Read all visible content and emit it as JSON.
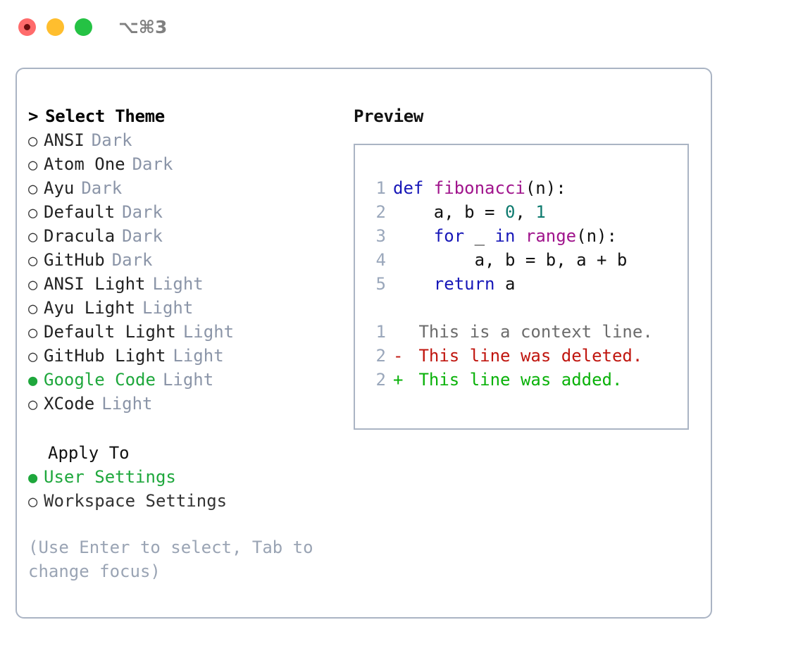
{
  "window": {
    "shortcut": "⌥⌘3",
    "traffic_lights": [
      {
        "name": "close",
        "color": "#ff6b6b"
      },
      {
        "name": "minimize",
        "color": "#ffbe2e"
      },
      {
        "name": "maximize",
        "color": "#25c244"
      }
    ]
  },
  "theme_picker": {
    "header": "Select Theme",
    "caret": ">",
    "bullet_unselected": "○",
    "bullet_selected": "●",
    "accent_color": "#1ea73c",
    "kind_color": "#8b95a8",
    "themes": [
      {
        "name": "ANSI",
        "kind": "Dark",
        "selected": false
      },
      {
        "name": "Atom One",
        "kind": "Dark",
        "selected": false
      },
      {
        "name": "Ayu",
        "kind": "Dark",
        "selected": false
      },
      {
        "name": "Default",
        "kind": "Dark",
        "selected": false
      },
      {
        "name": "Dracula",
        "kind": "Dark",
        "selected": false
      },
      {
        "name": "GitHub",
        "kind": "Dark",
        "selected": false
      },
      {
        "name": "ANSI Light",
        "kind": "Light",
        "selected": false
      },
      {
        "name": "Ayu Light",
        "kind": "Light",
        "selected": false
      },
      {
        "name": "Default Light",
        "kind": "Light",
        "selected": false
      },
      {
        "name": "GitHub Light",
        "kind": "Light",
        "selected": false
      },
      {
        "name": "Google Code",
        "kind": "Light",
        "selected": true
      },
      {
        "name": "XCode",
        "kind": "Light",
        "selected": false
      }
    ]
  },
  "apply_to": {
    "header": "Apply To",
    "options": [
      {
        "label": "User Settings",
        "selected": true
      },
      {
        "label": "Workspace Settings",
        "selected": false
      }
    ]
  },
  "hint": {
    "text": "(Use Enter to select, Tab to change focus)"
  },
  "preview": {
    "title": "Preview",
    "code_lines": [
      {
        "number": "1",
        "tokens": [
          {
            "t": "def ",
            "c": "kw"
          },
          {
            "t": "fibonacci",
            "c": "fn"
          },
          {
            "t": "(n):",
            "c": "pl"
          }
        ]
      },
      {
        "number": "2",
        "tokens": [
          {
            "t": "    a, b = ",
            "c": "pl"
          },
          {
            "t": "0",
            "c": "num"
          },
          {
            "t": ", ",
            "c": "pl"
          },
          {
            "t": "1",
            "c": "num"
          }
        ]
      },
      {
        "number": "3",
        "tokens": [
          {
            "t": "    ",
            "c": "pl"
          },
          {
            "t": "for",
            "c": "kw"
          },
          {
            "t": " _ ",
            "c": "pl"
          },
          {
            "t": "in",
            "c": "kw"
          },
          {
            "t": " ",
            "c": "pl"
          },
          {
            "t": "range",
            "c": "fn"
          },
          {
            "t": "(n):",
            "c": "pl"
          }
        ]
      },
      {
        "number": "4",
        "tokens": [
          {
            "t": "        a, b = b, a + b",
            "c": "pl"
          }
        ]
      },
      {
        "number": "5",
        "tokens": [
          {
            "t": "    ",
            "c": "pl"
          },
          {
            "t": "return",
            "c": "kw"
          },
          {
            "t": " a",
            "c": "pl"
          }
        ]
      }
    ],
    "diff_lines": [
      {
        "number": "1",
        "mark": " ",
        "text": "This is a context line.",
        "kind": "ctx"
      },
      {
        "number": "2",
        "mark": "-",
        "text": "This line was deleted.",
        "kind": "del"
      },
      {
        "number": "2",
        "mark": "+",
        "text": "This line was added.",
        "kind": "add"
      }
    ],
    "syntax_colors": {
      "keyword": "#1717b8",
      "function": "#a0148c",
      "number": "#0d7a6e",
      "plain": "#111111",
      "line_number": "#9aa7bb",
      "diff_context": "#6c6c6c",
      "diff_deleted": "#c0160f",
      "diff_added": "#0ab20a"
    }
  }
}
